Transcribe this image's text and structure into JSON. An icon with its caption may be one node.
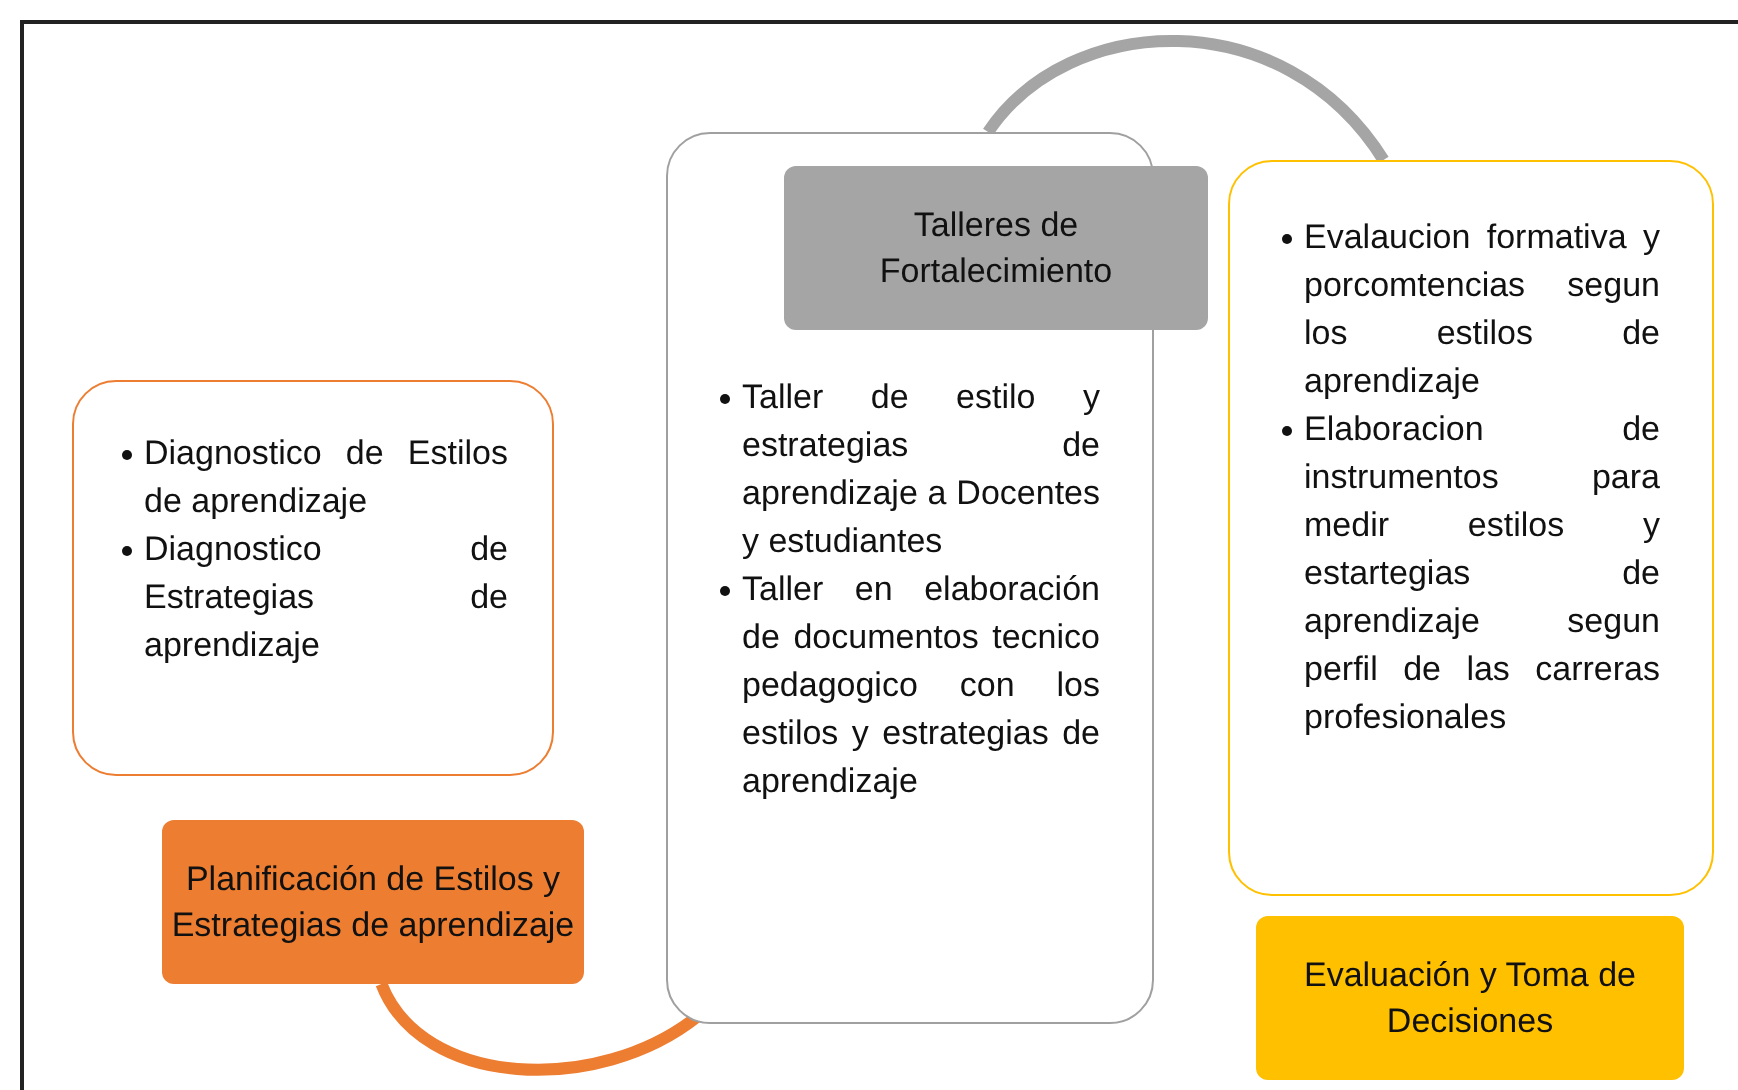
{
  "diagram": {
    "nodes": [
      {
        "text": [
          "Diagnostico de Estilos de aprendizaje",
          "Diagnostico de Estrategias de aprendizaje"
        ]
      },
      {
        "text": [
          "Planificación de Estilos y Estrategias de aprendizaje"
        ]
      },
      {
        "text": [
          "Taller de estilo y estrategias de aprendizaje a Docentes y estudiantes",
          "Taller en elaboración de documentos tecnico pedagogico con los estilos y estrategias de aprendizaje"
        ]
      },
      {
        "text": [
          "Talleres de Fortalecimiento"
        ]
      },
      {
        "text": [
          "Evalaucion formativa y porcomtencias segun los estilos de aprendizaje",
          "Elaboracion de instrumentos para medir estilos y estartegias de aprendizaje segun perfil de las carreras profesionales"
        ]
      },
      {
        "text": [
          "Evaluación y Toma de Decisiones"
        ]
      }
    ],
    "edges": [
      {
        "from": 1,
        "to": 2,
        "arrow": "none",
        "color": "#ed7d31"
      },
      {
        "from": 2,
        "to": 4,
        "arrow": "none",
        "color": "#a5a5a5"
      }
    ]
  }
}
